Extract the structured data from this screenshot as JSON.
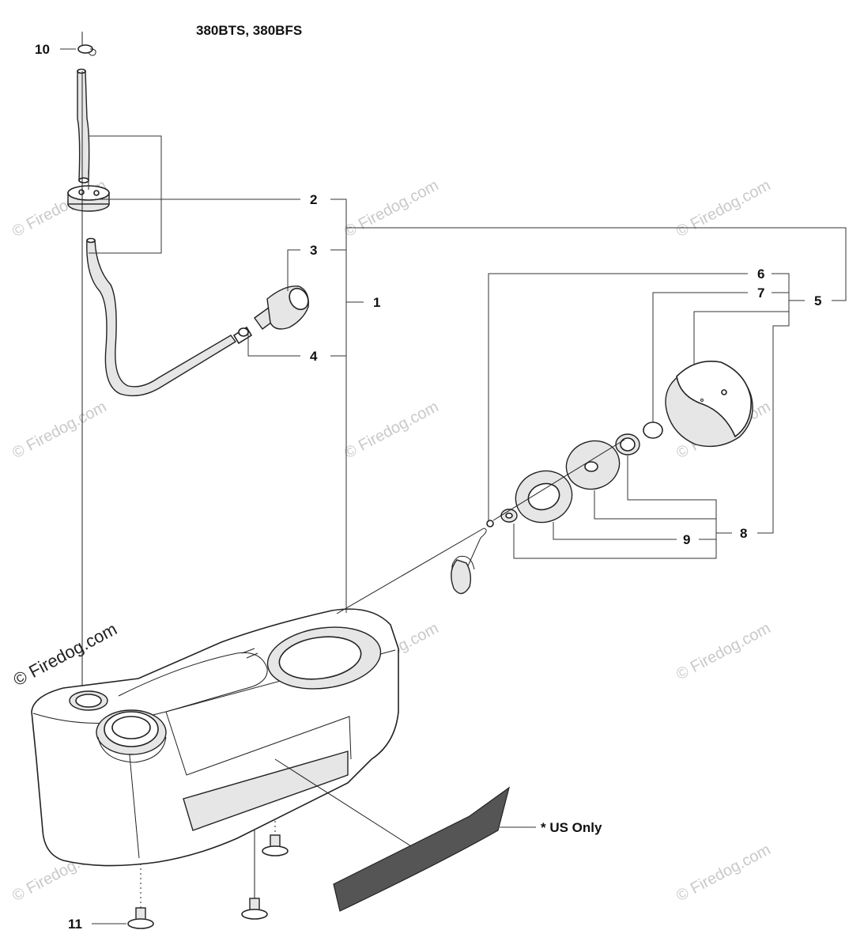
{
  "title": "380BTS, 380BFS",
  "callouts": {
    "c1": "1",
    "c2": "2",
    "c3": "3",
    "c4": "4",
    "c5": "5",
    "c6": "6",
    "c7": "7",
    "c8": "8",
    "c9": "9",
    "c10": "10",
    "c11": "11"
  },
  "note": "* US Only",
  "watermark": {
    "text": "© Firedog.com",
    "text_short": "© Firedog.com"
  }
}
